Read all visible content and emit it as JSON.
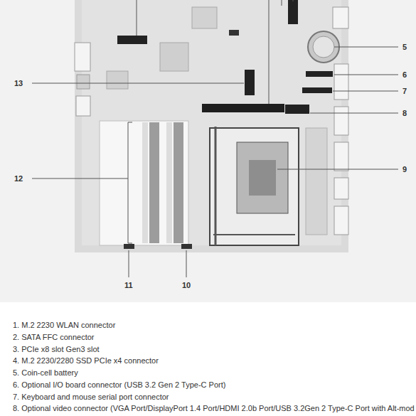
{
  "diagram": {
    "labels": [
      "5",
      "6",
      "7",
      "8",
      "9",
      "13",
      "12",
      "11",
      "10",
      "1. M.2 2230 WLAN connector",
      "2. SATA FFC connector",
      "3. PCIe x8 slot Gen3 slot",
      "4. M.2 2230/2280 SSD PCIe x4 connector",
      "5. Coin-cell battery",
      "6. Optional I/O board connector (USB 3.2 Gen 2 Type-C Port)",
      "7. Keyboard and mouse serial port connector",
      "8. Optional video connector (VGA Port/DisplayPort 1.4 Port/HDMI 2.0b Port/USB 3.2Gen 2 Type-C Port with Alt-mod"
    ]
  }
}
